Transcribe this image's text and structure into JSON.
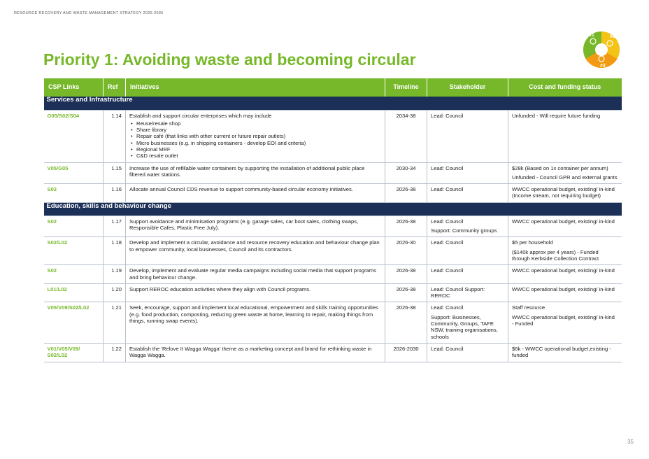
{
  "document": {
    "running_header": "RESOURCE RECOVERY AND WASTE MANAGEMENT STRATEGY 2026-2036",
    "title": "Priority 1: Avoiding waste and becoming circular",
    "page_number": "35",
    "badge": {
      "labels": [
        "#1",
        "#2",
        "#3"
      ],
      "colors": {
        "green": "#77b82a",
        "yellow": "#f3c316",
        "orange": "#f19a12"
      }
    }
  },
  "colors": {
    "accent": "#77b82a",
    "section_bg": "#1c2f56"
  },
  "table": {
    "headers": [
      "CSP Links",
      "Ref",
      "Initiatives",
      "Timeline",
      "Stakeholder",
      "Cost and funding status"
    ],
    "sections": [
      {
        "title": "Services and Infrastructure",
        "rows": [
          {
            "csp": "G05/S02/S04",
            "ref": "1.14",
            "initiative": "Establish and support circular enterprises which may include",
            "bullets": [
              "Reuse/resale shop",
              "Share library",
              "Repair café (that links with other current or future repair outlets)",
              "Micro businesses (e.g. in shipping containers - develop EOI and criteria)",
              "Regional MRF",
              "C&D resale outlet"
            ],
            "timeline": "2034-38",
            "stakeholder": [
              "Lead: Council"
            ],
            "cost": [
              "Unfunded - Will require future funding"
            ]
          },
          {
            "csp": "V05/G05",
            "ref": "1.15",
            "initiative": "Increase the use of refillable water containers by supporting the installation of additional public place filtered water stations.",
            "bullets": [],
            "timeline": "2030-34",
            "stakeholder": [
              "Lead: Council"
            ],
            "cost": [
              "$28k (Based on 1x container per annum)",
              "Unfunded - Council GPR and external grants"
            ]
          },
          {
            "csp": "S02",
            "ref": "1.16",
            "initiative": "Allocate annual Council CDS revenue to support community-based circular economy initiatives.",
            "bullets": [],
            "timeline": "2026-38",
            "stakeholder": [
              "Lead: Council"
            ],
            "cost": [
              "WWCC operational budget, existing/ in-kind (Income stream, not requiring budget)"
            ]
          }
        ]
      },
      {
        "title": "Education, skills and behaviour change",
        "rows": [
          {
            "csp": "S02",
            "ref": "1.17",
            "initiative": "Support avoidance and minimisation programs (e.g. garage sales, car boot sales, clothing swaps, Responsible Cafes, Plastic Free July).",
            "bullets": [],
            "timeline": "2026-38",
            "stakeholder": [
              "Lead: Council",
              "Support: Community groups"
            ],
            "cost": [
              "WWCC operational budget, existing/ in-kind"
            ]
          },
          {
            "csp": "S02/L02",
            "ref": "1.18",
            "initiative": "Develop and implement a circular, avoidance and resource recovery education and behaviour change plan to empower community, local businesses, Council and its contractors.",
            "bullets": [],
            "timeline": "2026-30",
            "stakeholder": [
              "Lead: Council"
            ],
            "cost": [
              "$5 per household",
              "($140k approx per 4 years) - Funded through Kerbside Collection Contract"
            ]
          },
          {
            "csp": "S02",
            "ref": "1.19",
            "initiative": "Develop, implement and evaluate regular media campaigns including social media that support programs and bring behaviour change.",
            "bullets": [],
            "timeline": "2026-38",
            "stakeholder": [
              "Lead: Council"
            ],
            "cost": [
              "WWCC operational budget, existing/ in-kind"
            ]
          },
          {
            "csp": "L01/L02",
            "ref": "1.20",
            "initiative": "Support REROC education activities where they align with Council programs.",
            "bullets": [],
            "timeline": "2026-38",
            "stakeholder": [
              "Lead: Council Support: REROC"
            ],
            "cost": [
              "WWCC operational budget, existing/ in-kind"
            ]
          },
          {
            "csp": "V05/V09/S02/L02",
            "ref": "1.21",
            "initiative": "Seek, encourage, support and implement local educational, empowerment and skills training opportunities (e.g. food production, composting, reducing green waste at home, learning to repair, making things from things, running swap events).",
            "bullets": [],
            "timeline": "2026-38",
            "stakeholder": [
              "Lead: Council",
              "Support: Businesses, Community, Groups, TAFE NSW, training organisations, schools"
            ],
            "cost": [
              "Staff resource",
              "WWCC operational budget, existing/ in-kind - Funded"
            ]
          },
          {
            "csp": "V01/V05/V09/ S02/L02",
            "ref": "1.22",
            "initiative": "Establish the 'Relove It Wagga Wagga' theme as a marketing concept and brand for rethinking waste in Wagga Wagga.",
            "bullets": [],
            "timeline": "2026-2030",
            "stakeholder": [
              "Lead: Council"
            ],
            "cost": [
              "$6k - WWCC operational budget,existing - funded"
            ]
          }
        ]
      }
    ]
  }
}
